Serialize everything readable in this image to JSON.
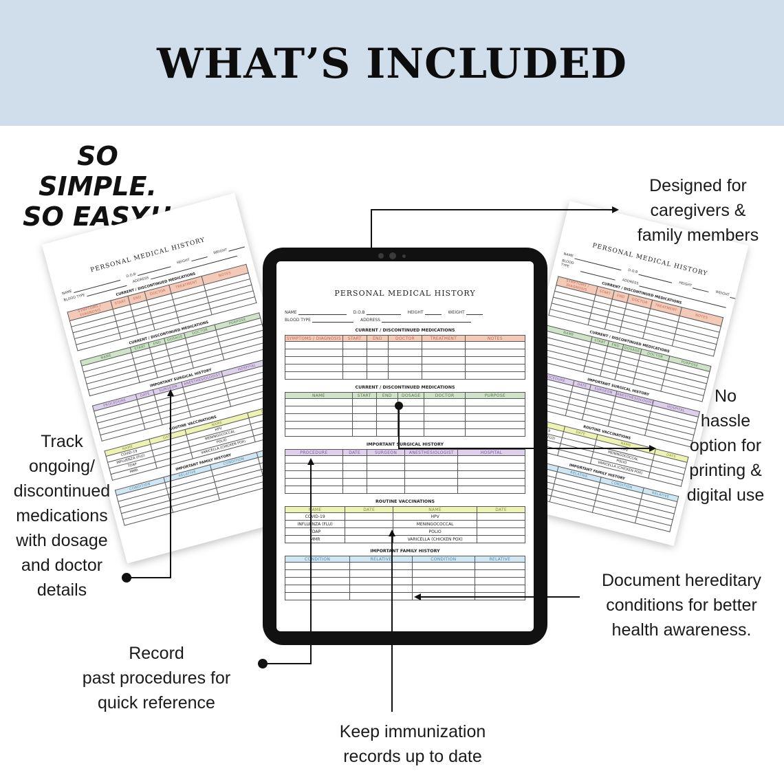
{
  "banner": {
    "title": "WHAT’S INCLUDED",
    "color": "#cfdeea"
  },
  "tagline": {
    "line1": "SO",
    "line2": "SIMPLE.",
    "line3": "SO EASY!!"
  },
  "callouts": {
    "caregivers": [
      "Designed for",
      "caregivers &",
      "family members"
    ],
    "printing": [
      "No",
      "hassle",
      "option for",
      "printing &",
      "digital use"
    ],
    "medications": [
      "Track",
      "ongoing/",
      "discontinued",
      "medications",
      "with dosage",
      "and doctor",
      "details"
    ],
    "hereditary": [
      "Document hereditary",
      "conditions for better",
      "health awareness."
    ],
    "procedures": [
      "Record",
      "past procedures for",
      "quick reference"
    ],
    "immunization": [
      "Keep immunization",
      "records up to date"
    ]
  },
  "form": {
    "title": "PERSONAL MEDICAL HISTORY",
    "fields": {
      "name": "NAME",
      "dob": "D.O.B",
      "height": "HEIGHT",
      "weight": "WEIGHT",
      "blood_type": "BLOOD TYPE",
      "address": "ADDRESS"
    },
    "sections": {
      "medications1": {
        "title": "CURRENT / DISCONTINUED MEDICATIONS",
        "headers": [
          "SYMPTOMS / DIAGNOSIS",
          "START",
          "END",
          "DOCTOR",
          "TREATMENT",
          "NOTES"
        ],
        "color": "#f3c9b8",
        "text": "#c0694f"
      },
      "medications2": {
        "title": "CURRENT / DISCONTINUED MEDICATIONS",
        "headers": [
          "NAME",
          "START",
          "END",
          "DOSAGE",
          "DOCTOR",
          "PURPOSE"
        ],
        "color": "#cfe3c8",
        "text": "#4f7a45"
      },
      "surgical": {
        "title": "IMPORTANT SURGICAL HISTORY",
        "headers": [
          "PROCEDURE",
          "DATE",
          "SURGEON",
          "ANESTHESIOLOGIST",
          "HOSPITAL"
        ],
        "color": "#ddd0ea",
        "text": "#7a5a9a"
      },
      "vaccinations": {
        "title": "ROUTINE VACCINATIONS",
        "headers": [
          "NAME",
          "DATE",
          "NAME",
          "DATE"
        ],
        "color": "#eef3b4",
        "text": "#8a8a3a",
        "rows": [
          [
            "COVID-19",
            "",
            "HPV",
            ""
          ],
          [
            "INFLUENZA (FLU)",
            "",
            "MENINGOCOCCAL",
            ""
          ],
          [
            "TDAP",
            "",
            "POLIO",
            ""
          ],
          [
            "MMR",
            "",
            "VARICELLA (CHICKEN POX)",
            ""
          ]
        ]
      },
      "family": {
        "title": "IMPORTANT FAMILY HISTORY",
        "headers": [
          "CONDITION",
          "RELATIVE",
          "CONDITION",
          "RELATIVE"
        ],
        "color": "#cfe6f3",
        "text": "#4a86aa"
      }
    }
  }
}
